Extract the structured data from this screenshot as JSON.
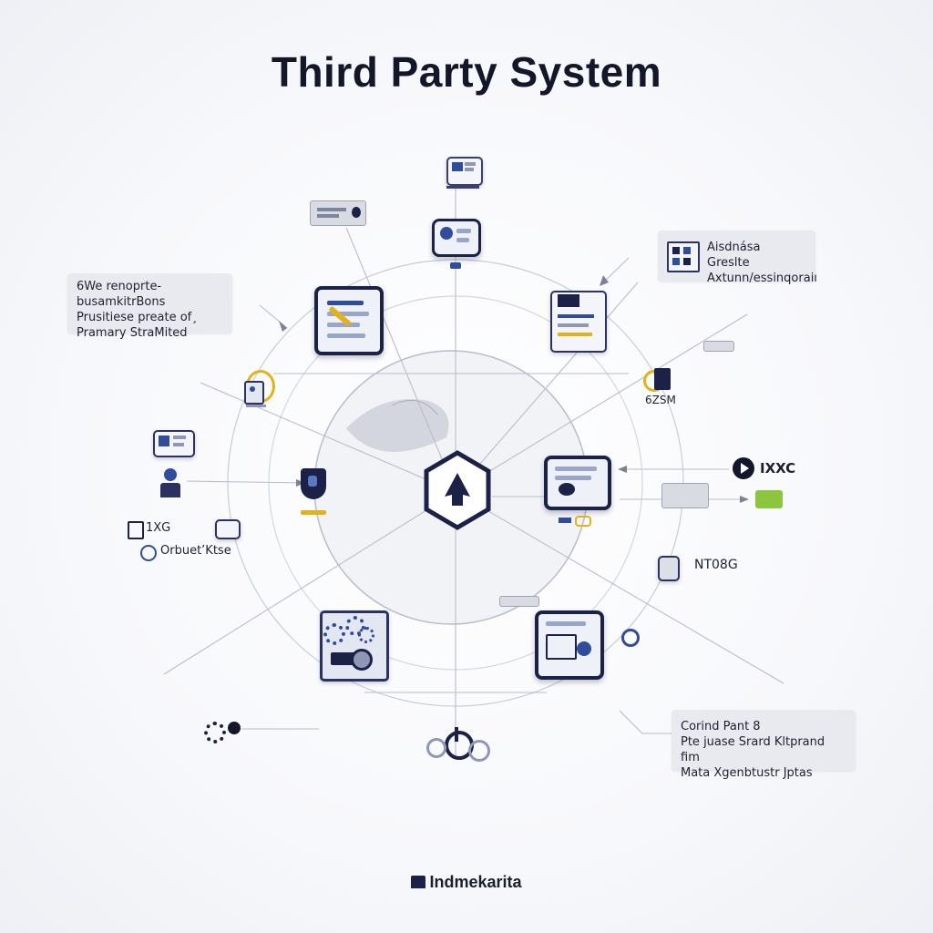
{
  "title": "Third Party System",
  "callouts": {
    "top_left": [
      "6We renoprte-busamkitrBons",
      "Prusitiese preate of¸",
      "Pramary  StraMited"
    ],
    "top_right": [
      "Aisdnása Greslte",
      "Axtunn/essinqoraiı"
    ],
    "bottom_right": [
      "Corind Pant 8",
      "Pte juase Srard  Kltprand fim",
      "Mata Xgenbtustr Jptas"
    ]
  },
  "labels": {
    "right_play": "IXXC",
    "right_note": "NT08G",
    "left_tag": "1XG",
    "left_caption": "Orbuet’Ktse",
    "right_small": "6ZSM"
  },
  "brand": "Indmekarita",
  "colors": {
    "navy": "#1c2148",
    "accent_blue": "#2f4d9a",
    "gold": "#e3b21a",
    "green": "#8cc63f",
    "callout_bg": "#e9eaef"
  },
  "icons": [
    "hexagon-hub-icon",
    "play-icon",
    "gear-icon",
    "lock-icon",
    "document-icon",
    "monitor-icon",
    "power-icon"
  ]
}
